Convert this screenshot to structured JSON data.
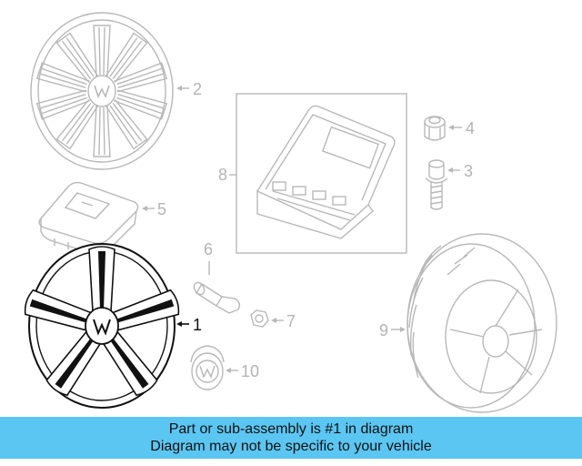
{
  "callouts": {
    "c1": "1",
    "c2": "2",
    "c3": "3",
    "c4": "4",
    "c5": "5",
    "c6": "6",
    "c7": "7",
    "c8": "8",
    "c9": "9",
    "c10": "10"
  },
  "highlight_part": "1",
  "colors": {
    "banner": "#5bc6f2",
    "faded_line": "#b8b8b8",
    "highlight_line": "#111111"
  },
  "banner": {
    "line1": "Part or sub-assembly is #1 in diagram",
    "line2": "Diagram may not be specific to your vehicle"
  }
}
